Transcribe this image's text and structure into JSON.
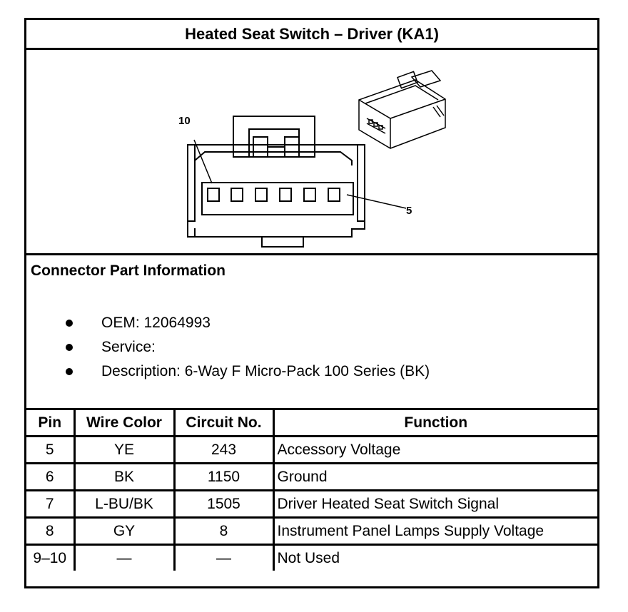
{
  "title": "Heated Seat Switch – Driver (KA1)",
  "diagram": {
    "pin_label_left": "10",
    "pin_label_right": "5"
  },
  "connector_info": {
    "heading": "Connector Part Information",
    "items": [
      "OEM: 12064993",
      "Service:",
      "Description: 6-Way F Micro-Pack 100 Series (BK)"
    ]
  },
  "table": {
    "headers": [
      "Pin",
      "Wire Color",
      "Circuit No.",
      "Function"
    ],
    "rows": [
      {
        "pin": "5",
        "wire_color": "YE",
        "circuit": "243",
        "function": "Accessory Voltage"
      },
      {
        "pin": "6",
        "wire_color": "BK",
        "circuit": "1150",
        "function": "Ground"
      },
      {
        "pin": "7",
        "wire_color": "L-BU/BK",
        "circuit": "1505",
        "function": "Driver Heated Seat Switch Signal"
      },
      {
        "pin": "8",
        "wire_color": "GY",
        "circuit": "8",
        "function": "Instrument Panel Lamps Supply Voltage"
      },
      {
        "pin": "9–10",
        "wire_color": "—",
        "circuit": "—",
        "function": "Not Used"
      }
    ]
  }
}
